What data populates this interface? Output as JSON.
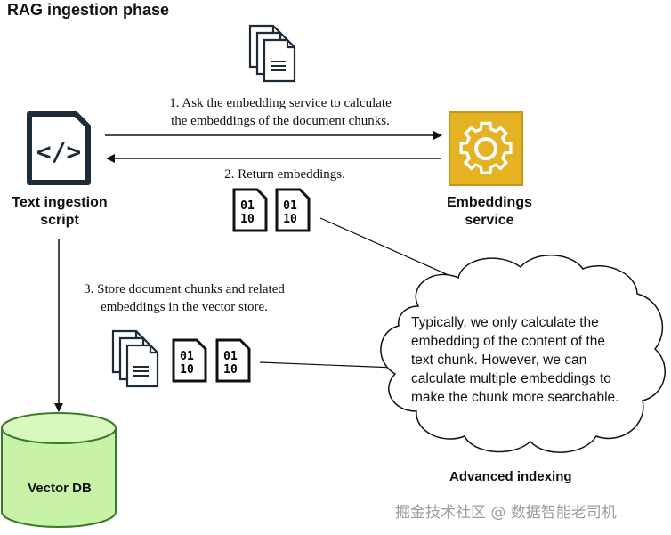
{
  "title": "RAG ingestion phase",
  "steps": {
    "step1_line1": "1. Ask the embedding service to calculate",
    "step1_line2": "the embeddings of the document chunks.",
    "step2": "2. Return embeddings.",
    "step3_line1": "3. Store document chunks and related",
    "step3_line2": "embeddings in the vector store."
  },
  "nodes": {
    "script_line1": "Text ingestion",
    "script_line2": "script",
    "embeddings_line1": "Embeddings",
    "embeddings_line2": "service",
    "vector_db": "Vector DB"
  },
  "icons": {
    "code_symbol": "</>",
    "binary_top": "01",
    "binary_bottom": "10"
  },
  "cloud": {
    "line1": "Typically, we only calculate the",
    "line2": "embedding of the content of the",
    "line3": "text chunk. However, we can",
    "line4": "calculate multiple embeddings to",
    "line5": "make the chunk more searchable."
  },
  "advanced_label": "Advanced indexing",
  "watermark": "掘金技术社区 @ 数据智能老司机",
  "colors": {
    "service_gold": "#e5b224",
    "service_border": "#c7971a",
    "db_green": "#c8f2a8",
    "db_border": "#3a7a2a",
    "icon_dark": "#1c2b3a"
  }
}
